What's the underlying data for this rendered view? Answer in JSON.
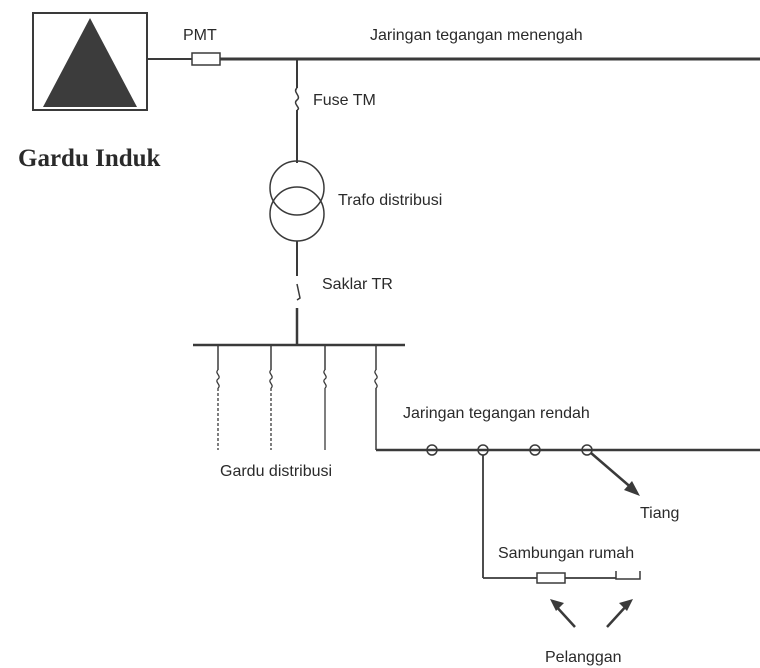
{
  "labels": {
    "substation": "Gardu Induk",
    "breaker": "PMT",
    "mv_network": "Jaringan tegangan menengah",
    "mv_fuse": "Fuse TM",
    "transformer": "Trafo distribusi",
    "lv_switch": "Saklar TR",
    "lv_network": "Jaringan tegangan rendah",
    "distribution_substation": "Gardu distribusi",
    "pole": "Tiang",
    "house_connection": "Sambungan rumah",
    "customers": "Pelanggan"
  },
  "colors": {
    "line": "#3a3a3a",
    "text": "#2a2a2a",
    "substation_fill": "#3c3c3c",
    "background": "#ffffff"
  }
}
